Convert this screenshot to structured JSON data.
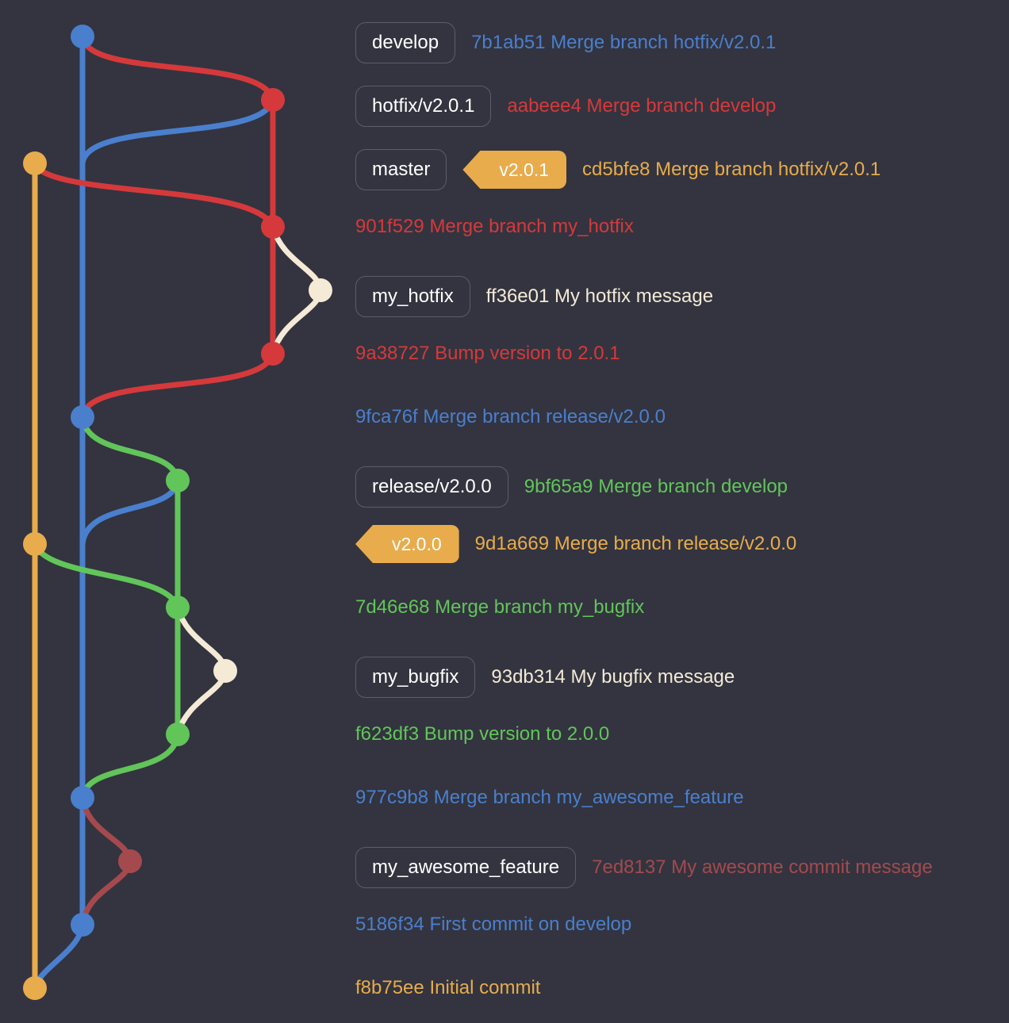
{
  "colors": {
    "background": "#33343f",
    "develop": "#4a7fce",
    "hotfix": "#d6393b",
    "master": "#e8ac4c",
    "my_hotfix": "#f4ead6",
    "release": "#62c55a",
    "my_awesome_feature": "#a44a4e",
    "label_border": "#5c5d68",
    "tag_bg": "#e8ac4c"
  },
  "commits": [
    {
      "hash": "7b1ab51",
      "message": "Merge branch hotfix/v2.0.1",
      "color": "#4a7fce",
      "branch_label": "develop",
      "tag": ""
    },
    {
      "hash": "aabeee4",
      "message": "Merge branch develop",
      "color": "#d6393b",
      "branch_label": "hotfix/v2.0.1",
      "tag": ""
    },
    {
      "hash": "cd5bfe8",
      "message": "Merge branch hotfix/v2.0.1",
      "color": "#e8ac4c",
      "branch_label": "master",
      "tag": "v2.0.1"
    },
    {
      "hash": "901f529",
      "message": "Merge branch my_hotfix",
      "color": "#d6393b",
      "branch_label": "",
      "tag": ""
    },
    {
      "hash": "ff36e01",
      "message": "My hotfix message",
      "color": "#f4ead6",
      "branch_label": "my_hotfix",
      "tag": ""
    },
    {
      "hash": "9a38727",
      "message": "Bump version to 2.0.1",
      "color": "#d6393b",
      "branch_label": "",
      "tag": ""
    },
    {
      "hash": "9fca76f",
      "message": "Merge branch release/v2.0.0",
      "color": "#4a7fce",
      "branch_label": "",
      "tag": ""
    },
    {
      "hash": "9bf65a9",
      "message": "Merge branch develop",
      "color": "#62c55a",
      "branch_label": "release/v2.0.0",
      "tag": ""
    },
    {
      "hash": "9d1a669",
      "message": "Merge branch release/v2.0.0",
      "color": "#e8ac4c",
      "branch_label": "",
      "tag": "v2.0.0"
    },
    {
      "hash": "7d46e68",
      "message": "Merge branch my_bugfix",
      "color": "#62c55a",
      "branch_label": "",
      "tag": ""
    },
    {
      "hash": "93db314",
      "message": "My bugfix message",
      "color": "#f4ead6",
      "branch_label": "my_bugfix",
      "tag": ""
    },
    {
      "hash": "f623df3",
      "message": "Bump version to 2.0.0",
      "color": "#62c55a",
      "branch_label": "",
      "tag": ""
    },
    {
      "hash": "977c9b8",
      "message": "Merge branch my_awesome_feature",
      "color": "#4a7fce",
      "branch_label": "",
      "tag": ""
    },
    {
      "hash": "7ed8137",
      "message": "My awesome commit message",
      "color": "#a44a4e",
      "branch_label": "my_awesome_feature",
      "tag": ""
    },
    {
      "hash": "5186f34",
      "message": "First commit on develop",
      "color": "#4a7fce",
      "branch_label": "",
      "tag": ""
    },
    {
      "hash": "f8b75ee",
      "message": "Initial commit",
      "color": "#e8ac4c",
      "branch_label": "",
      "tag": ""
    }
  ]
}
